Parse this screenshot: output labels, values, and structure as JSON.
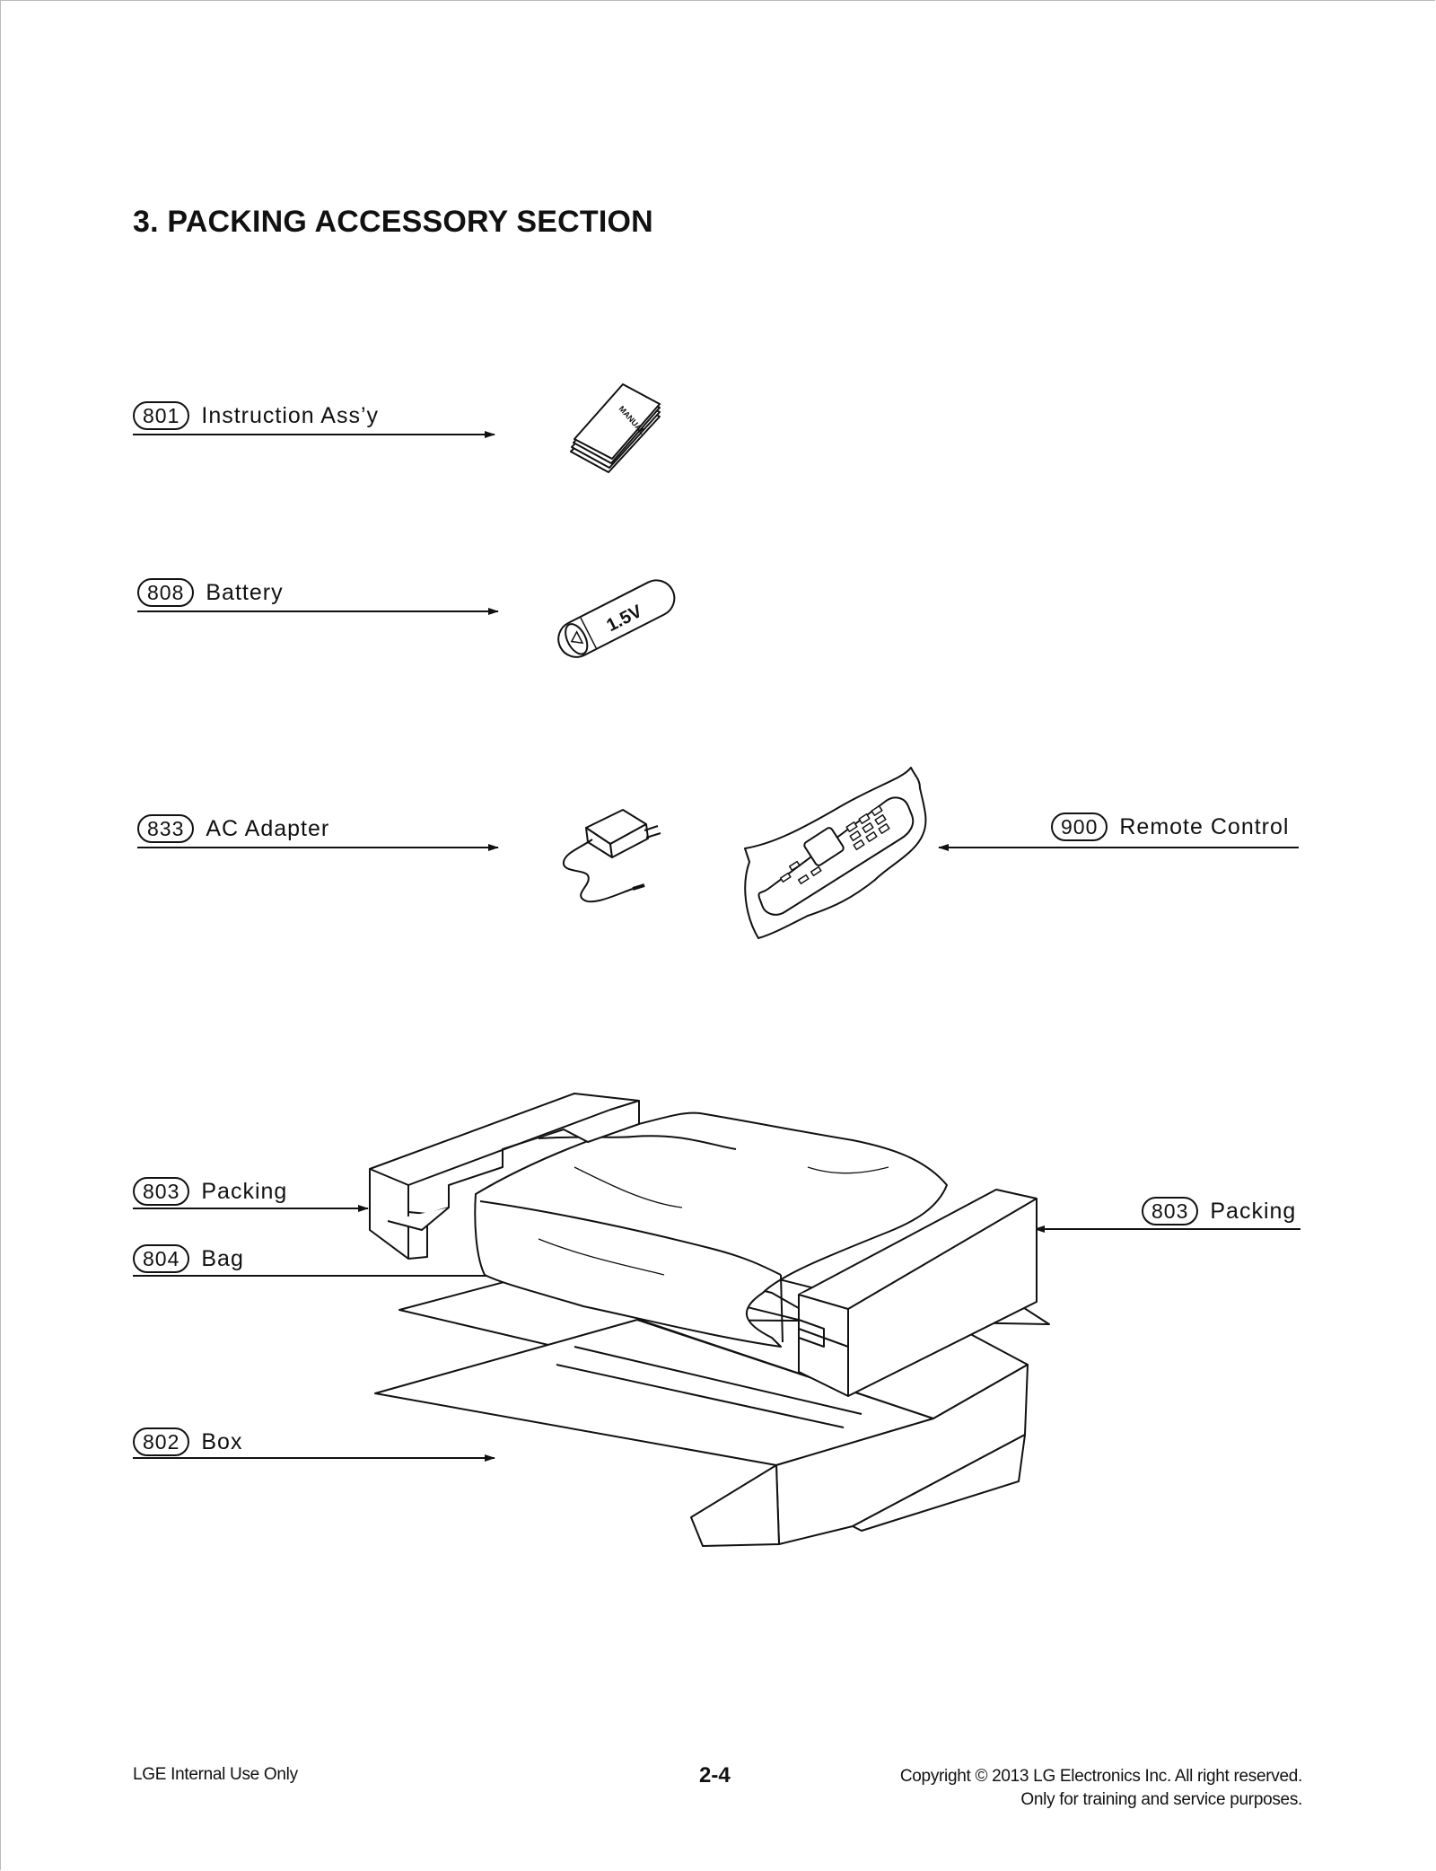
{
  "section_title": "3. PACKING ACCESSORY SECTION",
  "callouts": {
    "instruction": {
      "code": "801",
      "label": "Instruction Ass’y"
    },
    "battery": {
      "code": "808",
      "label": "Battery"
    },
    "ac_adapter": {
      "code": "833",
      "label": "AC Adapter"
    },
    "remote": {
      "code": "900",
      "label": "Remote Control"
    },
    "packing_left": {
      "code": "803",
      "label": "Packing"
    },
    "packing_right": {
      "code": "803",
      "label": "Packing"
    },
    "bag": {
      "code": "804",
      "label": "Bag"
    },
    "box": {
      "code": "802",
      "label": "Box"
    }
  },
  "illustrations": {
    "manual_text": "MANUAL",
    "battery_text": "1.5V"
  },
  "footer": {
    "left": "LGE Internal Use Only",
    "page": "2-4",
    "copyright_line1": "Copyright © 2013 LG Electronics Inc. All right reserved.",
    "copyright_line2": "Only for training and service purposes."
  }
}
